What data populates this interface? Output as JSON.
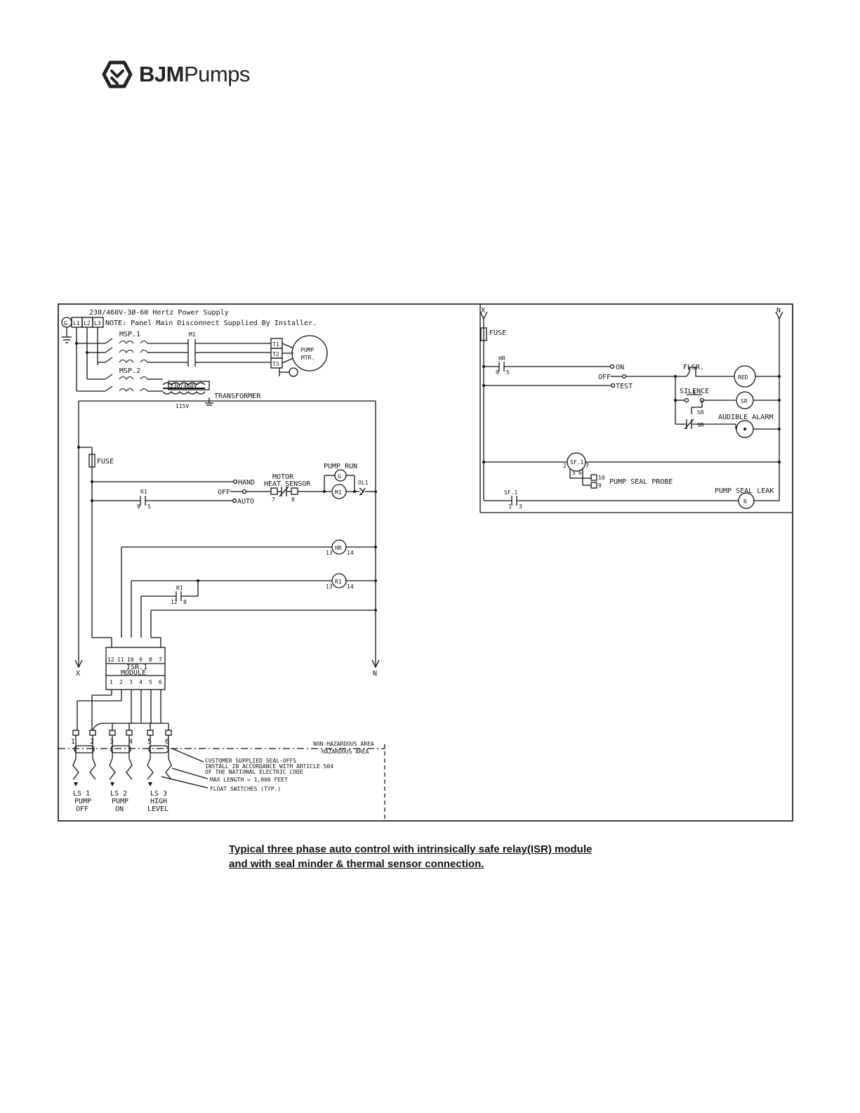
{
  "logo": {
    "brand_bold": "BJM",
    "brand_light": "Pumps"
  },
  "left": {
    "supply": "230/460V-3Ø-60 Hertz Power Supply",
    "ground": "G",
    "l1": "L1",
    "l2": "L2",
    "l3": "L3",
    "note": "NOTE: Panel Main Disconnect Supplied By Installer.",
    "msp1": "MSP.1",
    "msp2": "MSP.2",
    "m1_contact": "M1",
    "t1": "T1",
    "t2": "T2",
    "t3": "T3",
    "pump_mtr_1": "PUMP",
    "pump_mtr_2": "MTR.",
    "xfmr_primary": "230/460V",
    "transformer": "TRANSFORMER",
    "xfmr_secondary": "115V",
    "fuse": "FUSE",
    "hand": "HAND",
    "off": "OFF",
    "auto": "AUTO",
    "r1_contact": "R1",
    "r1_pin_a": "9",
    "r1_pin_b": "5",
    "motor_1": "MOTOR",
    "motor_2": "HEAT SENSOR",
    "hs_pin_a": "7",
    "hs_pin_b": "8",
    "pump_run": "PUMP RUN",
    "g_lamp": "G",
    "m1_coil": "M1",
    "ol1": "OL1",
    "hr_coil": "HR",
    "hr_pin_a": "13",
    "hr_pin_b": "14",
    "r1_coil": "R1",
    "r1c_pin_a": "13",
    "r1c_pin_b": "14",
    "r1_contact2": "R1",
    "r1_2_pin_a": "12",
    "r1_2_pin_b": "8",
    "isr_top_pins": [
      "12",
      "11",
      "10",
      "9",
      "8",
      "7"
    ],
    "isr_1": "ISR.1",
    "isr_2": "MODULE",
    "isr_bottom_pins": [
      "1",
      "2",
      "3",
      "4",
      "5",
      "6"
    ],
    "x_label": "X",
    "n_label": "N",
    "terminal_labels": [
      "1",
      "2",
      "3",
      "4",
      "5",
      "6"
    ],
    "non_haz": "NON-HAZARDOUS AREA",
    "haz": "HAZARDOUS AREA",
    "seal_1": "CUSTOMER SUPPLIED SEAL-OFFS",
    "seal_2": "INSTALL IN ACCORDANCE WITH ARTICLE 504",
    "seal_3": "OF THE NATIONAL ELECTRIC CODE",
    "max_length": "MAX LENGTH = 1,000 FEET",
    "float_sw": "FLOAT SWITCHES (TYP.)",
    "ls1": [
      "LS 1",
      "PUMP",
      "OFF"
    ],
    "ls2": [
      "LS 2",
      "PUMP",
      "ON"
    ],
    "ls3": [
      "LS 3",
      "HIGH",
      "LEVEL"
    ]
  },
  "right": {
    "x_label": "X",
    "n_label": "N",
    "fuse": "FUSE",
    "hr": "HR",
    "hr_pin_a": "9",
    "hr_pin_b": "5",
    "on": "ON",
    "off": "OFF",
    "test": "TEST",
    "flsr": "FLSR.",
    "red": "RED",
    "silence": "SILENCE",
    "sr_contact1": "SR",
    "sr_contact2": "SR",
    "sr_coil": "SR",
    "audible": "AUDIBLE ALARM",
    "sf1_relay": "SF.1",
    "sf_pin_2": "2",
    "sf_pin_7": "7",
    "sf_pin_5": "5",
    "sf_pin_6": "6",
    "probe_10": "10",
    "probe_9": "9",
    "pump_seal_probe": "PUMP SEAL PROBE",
    "pump_seal_leak": "PUMP SEAL LEAK",
    "sf1_contact": "SF.1",
    "sf1c_pin_a": "1",
    "sf1c_pin_b": "3",
    "r_lamp": "R"
  },
  "caption": {
    "line1": "Typical three phase auto control with intrinsically safe relay(ISR) module",
    "line2": "and with seal minder & thermal sensor connection."
  }
}
